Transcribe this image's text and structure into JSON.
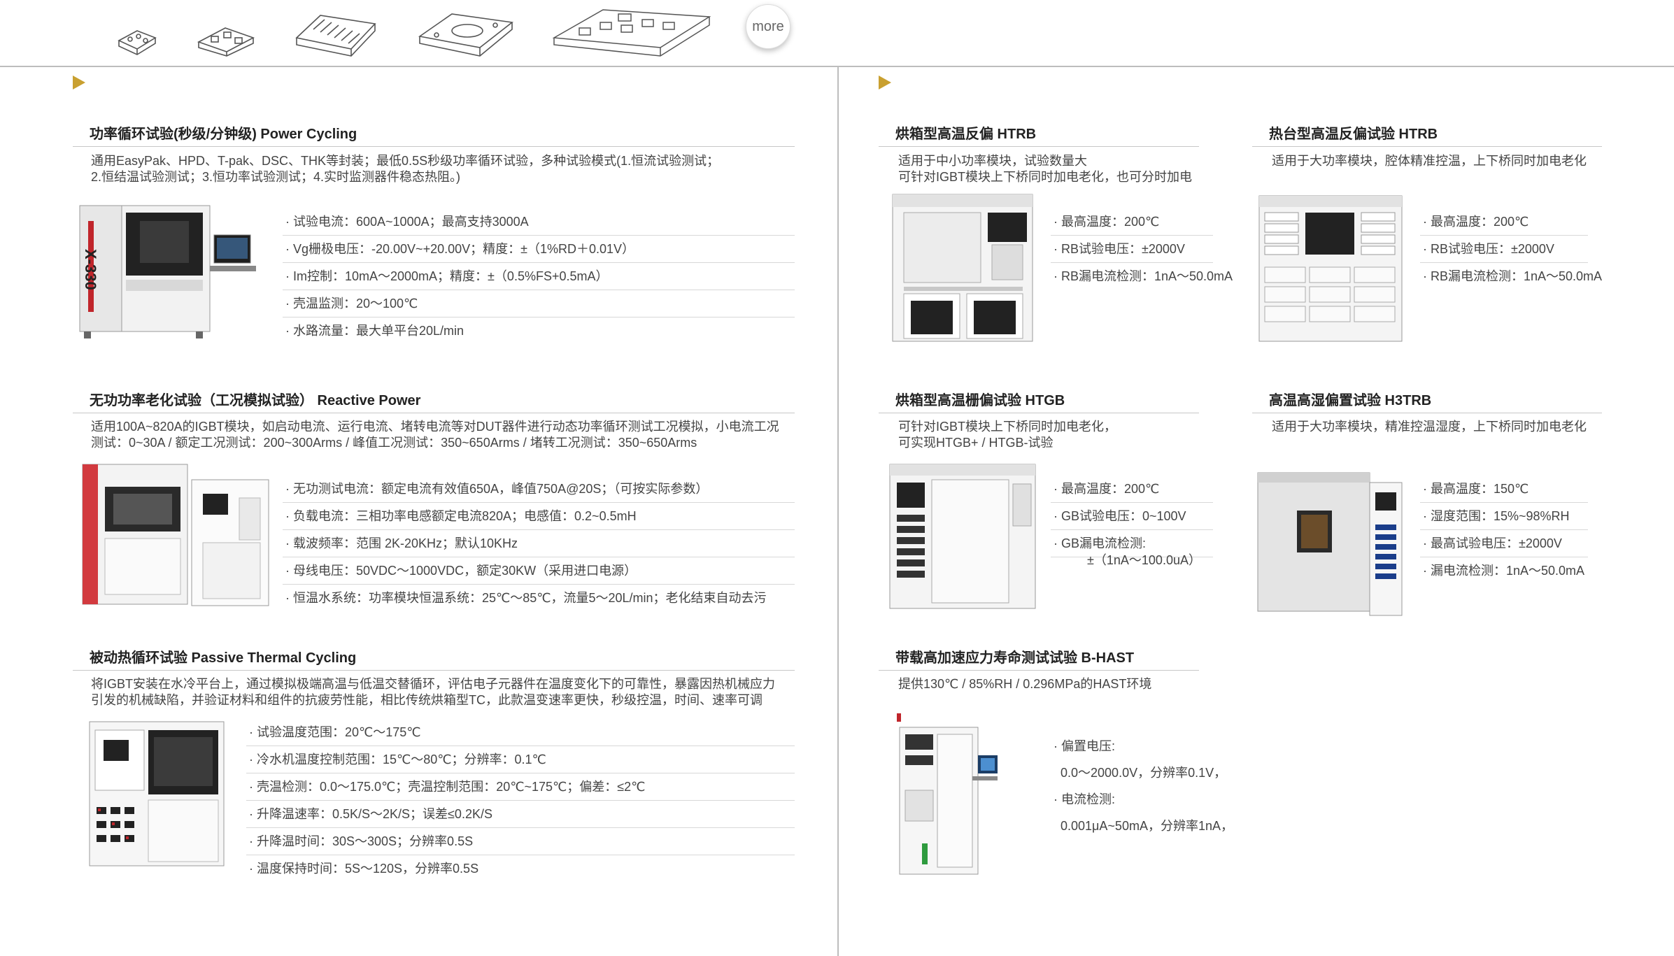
{
  "top_nav": {
    "more_label": "more"
  },
  "colors": {
    "accent": "#c9a030",
    "divider": "#bdbdbd"
  },
  "sections": {
    "power_cycling": {
      "title": "功率循环试验(秒级/分钟级) Power Cycling",
      "desc": [
        "通用EasyPak、HPD、T-pak、DSC、THK等封装；最低0.5S秒级功率循环试验，多种试验模式(1.恒流试验测试；",
        "2.恒结温试验测试；3.恒功率试验测试；4.实时监测器件稳态热阻。)"
      ],
      "image_label": "X-330",
      "specs": [
        "· 试验电流：600A~1000A；最高支持3000A",
        "· Vg栅极电压：-20.00V~+20.00V；精度：±（1%RD＋0.01V）",
        "· Im控制：10mA～2000mA；精度：±（0.5%FS+0.5mA）",
        "· 壳温监测：20～100℃",
        "· 水路流量：最大单平台20L/min"
      ]
    },
    "reactive_power": {
      "title": "无功功率老化试验（工况模拟试验） Reactive Power",
      "desc": [
        "适用100A~820A的IGBT模块，如启动电流、运行电流、堵转电流等对DUT器件进行动态功率循环测试工况模拟，小电流工况",
        "测试：0~30A / 额定工况测试：200~300Arms / 峰值工况测试：350~650Arms / 堵转工况测试：350~650Arms"
      ],
      "specs": [
        "· 无功测试电流：额定电流有效值650A，峰值750A@20S；（可按实际参数）",
        "· 负载电流：三相功率电感额定电流820A；电感值：0.2~0.5mH",
        "· 载波频率：范围 2K-20KHz；默认10KHz",
        "· 母线电压：50VDC～1000VDC，额定30KW（采用进口电源）",
        "· 恒温水系统：功率模块恒温系统：25℃～85℃，流量5～20L/min；老化结束自动去污"
      ]
    },
    "passive_thermal": {
      "title": "被动热循环试验 Passive Thermal Cycling",
      "desc": [
        "将IGBT安装在水冷平台上，通过模拟极端高温与低温交替循环，评估电子元器件在温度变化下的可靠性，暴露因热机械应力",
        "引发的机械缺陷，并验证材料和组件的抗疲劳性能，相比传统烘箱型TC，此款温变速率更快，秒级控温，时间、速率可调"
      ],
      "specs": [
        "· 试验温度范围：20℃～175℃",
        "· 冷水机温度控制范围：15℃～80℃；分辨率：0.1℃",
        "· 壳温检测：0.0～175.0℃；壳温控制范围：20℃~175℃；偏差：≤2℃",
        "· 升降温速率：0.5K/S～2K/S；误差≤0.2K/S",
        "· 升降温时间：30S～300S；分辨率0.5S",
        "· 温度保持时间：5S～120S，分辨率0.5S"
      ]
    },
    "htrb_oven": {
      "title": "烘箱型高温反偏 HTRB",
      "desc": [
        "适用于中小功率模块，试验数量大",
        "可针对IGBT模块上下桥同时加电老化，也可分时加电"
      ],
      "specs": [
        "· 最高温度：200℃",
        "· RB试验电压：±2000V",
        "· RB漏电流检测：1nA～50.0mA"
      ]
    },
    "htrb_hotplate": {
      "title": "热台型高温反偏试验 HTRB",
      "desc": [
        "适用于大功率模块，腔体精准控温，上下桥同时加电老化"
      ],
      "specs": [
        "· 最高温度：200℃",
        "· RB试验电压：±2000V",
        "· RB漏电流检测：1nA～50.0mA"
      ]
    },
    "htgb": {
      "title": "烘箱型高温栅偏试验 HTGB",
      "desc": [
        "可针对IGBT模块上下桥同时加电老化，",
        "可实现HTGB+ / HTGB-试验"
      ],
      "specs": [
        "· 最高温度：200℃",
        "· GB试验电压：0~100V",
        "· GB漏电流检测:"
      ],
      "spec_extra": "±（1nA～100.0uA）"
    },
    "h3trb": {
      "title": "高温高湿偏置试验 H3TRB",
      "desc": [
        "适用于大功率模块，精准控温湿度，上下桥同时加电老化"
      ],
      "specs": [
        "· 最高温度：150℃",
        "· 湿度范围：15%~98%RH",
        "· 最高试验电压：±2000V",
        "· 漏电流检测：1nA～50.0mA"
      ]
    },
    "bhast": {
      "title": "带载高加速应力寿命测试试验 B-HAST",
      "desc": [
        "提供130℃ / 85%RH / 0.296MPa的HAST环境"
      ],
      "specs": [
        "· 偏置电压:",
        "0.0～2000.0V，分辨率0.1V，",
        "· 电流检测:",
        "0.001μA~50mA，分辨率1nA，"
      ]
    }
  }
}
